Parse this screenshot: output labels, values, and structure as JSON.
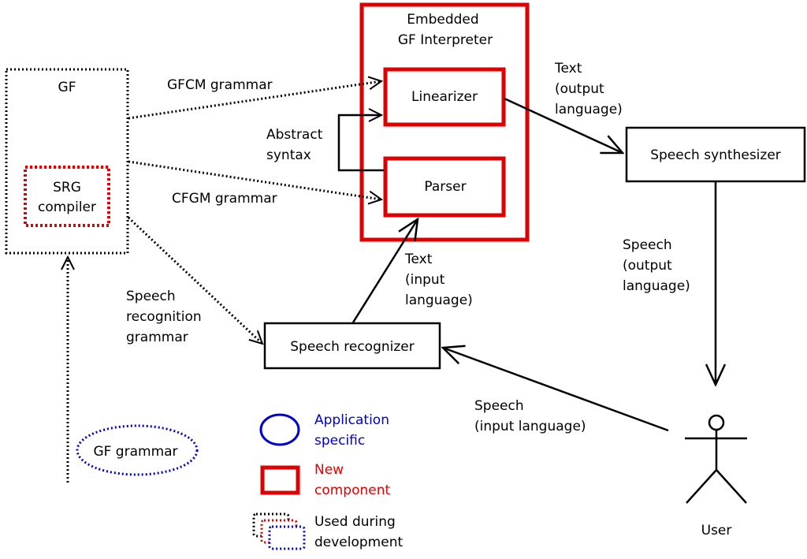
{
  "gf_box": {
    "title": "GF",
    "srg_compiler": [
      "SRG",
      "compiler"
    ]
  },
  "interpreter": {
    "title": [
      "Embedded",
      "GF Interpreter"
    ],
    "linearizer": "Linearizer",
    "parser": "Parser"
  },
  "components": {
    "speech_synthesizer": "Speech synthesizer",
    "speech_recognizer": "Speech recognizer",
    "gf_grammar": "GF grammar",
    "user": "User"
  },
  "edge_labels": {
    "gfcm_grammar": "GFCM grammar",
    "cfgm_grammar": "CFGM grammar",
    "abstract_syntax": [
      "Abstract",
      "syntax"
    ],
    "text_output": [
      "Text",
      "(output",
      "language)"
    ],
    "speech_output": [
      "Speech",
      "(output",
      "language)"
    ],
    "text_input": [
      "Text",
      "(input",
      "language)"
    ],
    "speech_recognition_grammar": [
      "Speech",
      "recognition",
      "grammar"
    ],
    "speech_input": [
      "Speech",
      "(input language)"
    ]
  },
  "legend": {
    "application_specific": [
      "Application",
      "specific"
    ],
    "new_component": [
      "New",
      "component"
    ],
    "used_during_development": [
      "Used during",
      "development"
    ]
  },
  "colors": {
    "application_specific": "#0000cc",
    "new_component": "#e00000",
    "development": "#000000"
  }
}
